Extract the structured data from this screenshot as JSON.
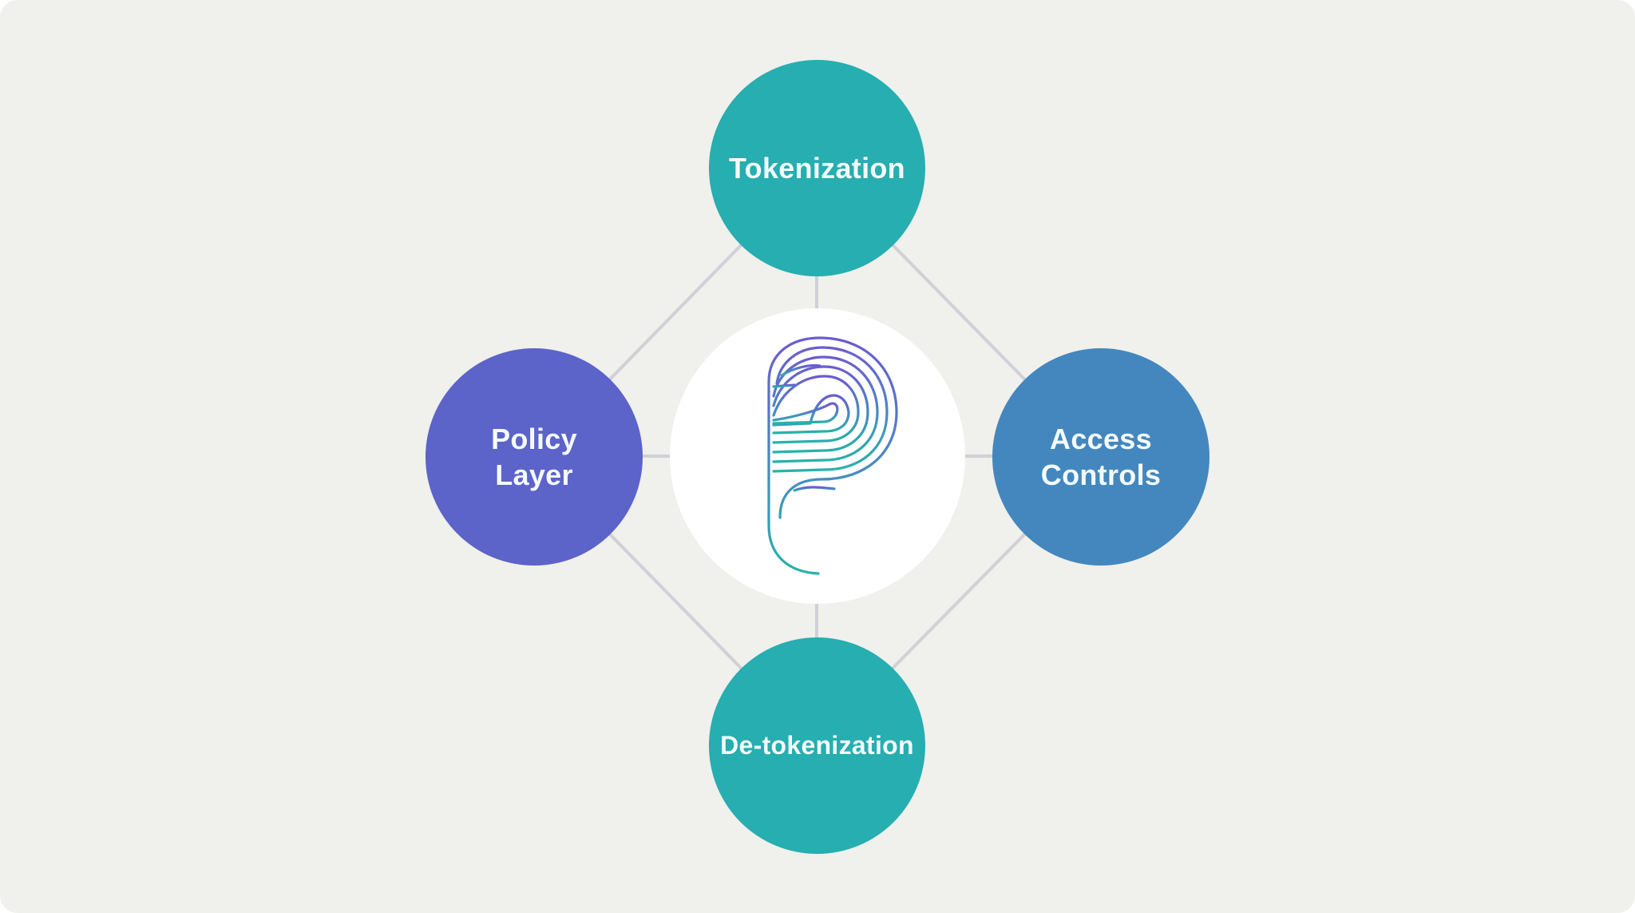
{
  "diagram": {
    "hub": {
      "logo_icon": "fingerprint-p-logo",
      "fill": "#ffffff",
      "logo_gradient": {
        "top": "#6b5ccf",
        "bottom": "#26b3a8"
      }
    },
    "nodes": [
      {
        "id": "tokenization",
        "label": "Tokenization",
        "position": "top",
        "color": "#26aeb0"
      },
      {
        "id": "policy-layer",
        "label_lines": [
          "Policy",
          "Layer"
        ],
        "position": "left",
        "color": "#5c63c9"
      },
      {
        "id": "access-controls",
        "label_lines": [
          "Access",
          "Controls"
        ],
        "position": "right",
        "color": "#4387be"
      },
      {
        "id": "de-tokenization",
        "label": "De-tokenization",
        "position": "bottom",
        "color": "#26aeb0"
      }
    ],
    "connector_color": "#d0d0d6",
    "background": "#f0f0ec"
  }
}
